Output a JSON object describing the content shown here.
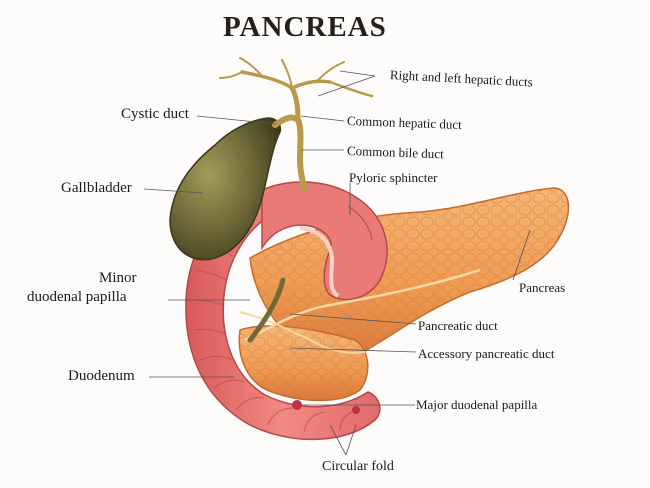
{
  "title": "PANCREAS",
  "labels": {
    "hepatic_ducts": "Right and left hepatic ducts",
    "cystic_duct": "Cystic duct",
    "common_hepatic_duct": "Common hepatic duct",
    "common_bile_duct": "Common bile duct",
    "gallbladder": "Gallbladder",
    "pyloric_sphincter": "Pyloric sphincter",
    "minor_papilla_1": "Minor",
    "minor_papilla_2": "duodenal papilla",
    "pancreas": "Pancreas",
    "pancreatic_duct": "Pancreatic duct",
    "accessory_duct": "Accessory pancreatic duct",
    "duodenum": "Duodenum",
    "major_papilla": "Major duodenal papilla",
    "circular_fold": "Circular fold"
  },
  "colors": {
    "pancreas": "#f0a45a",
    "duodenum": "#e86b6b",
    "gallbladder": "#6f6a38",
    "bile_duct": "#b89a4a",
    "leader_line": "#555555"
  }
}
